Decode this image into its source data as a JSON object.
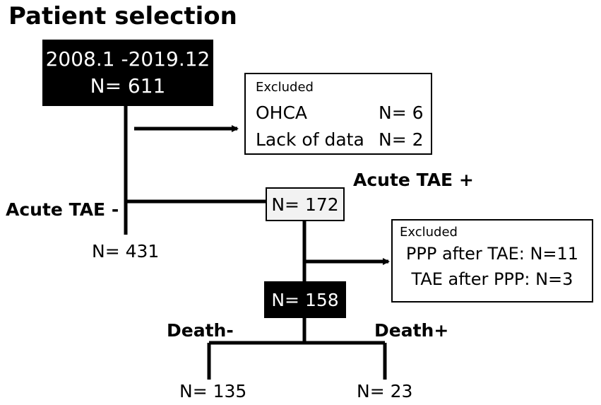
{
  "title": "Patient selection",
  "start_box": {
    "line1": "2008.1 -2019.12",
    "line2": "N= 611"
  },
  "exclusion_1": {
    "header": "Excluded",
    "rows": [
      {
        "label": "OHCA",
        "value": "N= 6"
      },
      {
        "label": "Lack of data",
        "value": "N= 2"
      }
    ]
  },
  "branch_left": {
    "label": "Acute TAE -",
    "count": "N= 431"
  },
  "branch_right": {
    "label": "Acute TAE +",
    "count": "N= 172"
  },
  "exclusion_2": {
    "header": "Excluded",
    "lines": [
      "PPP after TAE: N=11",
      "TAE after PPP: N=3"
    ]
  },
  "final_box": {
    "count": "N= 158"
  },
  "outcome_left": {
    "label": "Death-",
    "count": "N= 135"
  },
  "outcome_right": {
    "label": "Death+",
    "count": "N= 23"
  }
}
